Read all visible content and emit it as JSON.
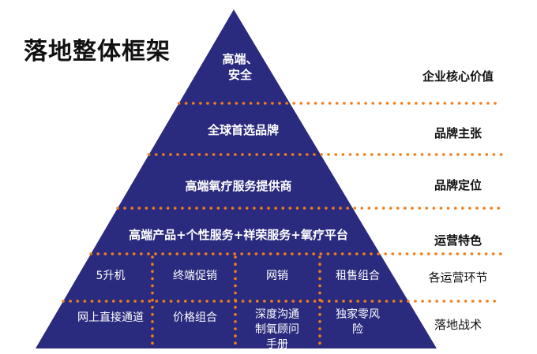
{
  "title": "落地整体框架",
  "colors": {
    "pyramid": "#2a2a7e",
    "dots": "#f07e1a",
    "pyramid_text": "#ffffff",
    "side_text": "#111111"
  },
  "tiers": [
    {
      "lines": [
        "高端、",
        "安全"
      ],
      "label": "企业核心价值"
    },
    {
      "lines": [
        "全球首选品牌"
      ],
      "label": "品牌主张"
    },
    {
      "lines": [
        "高端氧疗服务提供商"
      ],
      "label": "品牌定位"
    },
    {
      "lines": [
        "高端产品+个性服务+祥荣服务+氧疗平台"
      ],
      "label": "运营特色"
    }
  ],
  "rows": [
    {
      "label": "各运营环节",
      "cells": [
        [
          "5升机"
        ],
        [
          "终端促销"
        ],
        [
          "网销"
        ],
        [
          "租售组合"
        ]
      ]
    },
    {
      "label": "落地战术",
      "cells": [
        [
          "网上直接通道"
        ],
        [
          "价格组合"
        ],
        [
          "深度沟通",
          "制氧顾问",
          "手册"
        ],
        [
          "独家零风",
          "险"
        ]
      ]
    }
  ]
}
